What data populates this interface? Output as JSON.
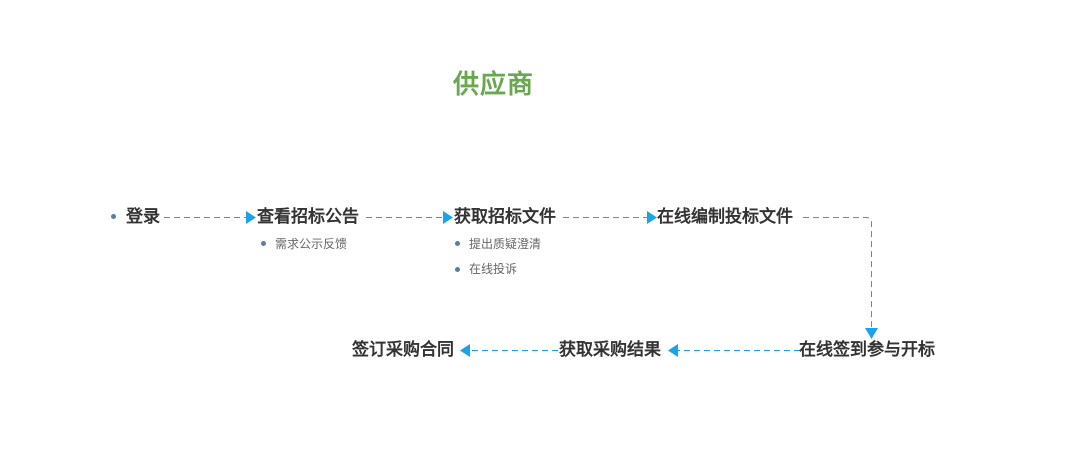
{
  "title": "供应商",
  "steps": [
    {
      "label": "登录"
    },
    {
      "label": "查看招标公告",
      "notes": [
        "需求公示反馈"
      ]
    },
    {
      "label": "获取招标文件",
      "notes": [
        "提出质疑澄清",
        "在线投诉"
      ]
    },
    {
      "label": "在线编制投标文件"
    },
    {
      "label": "在线签到参与开标"
    },
    {
      "label": "获取采购结果"
    },
    {
      "label": "签订采购合同"
    }
  ],
  "colors": {
    "title": "#6aa84f",
    "connector": "#1aa3e8",
    "text": "#333333",
    "subtext": "#666666",
    "bullet": "#5a7e9e"
  }
}
